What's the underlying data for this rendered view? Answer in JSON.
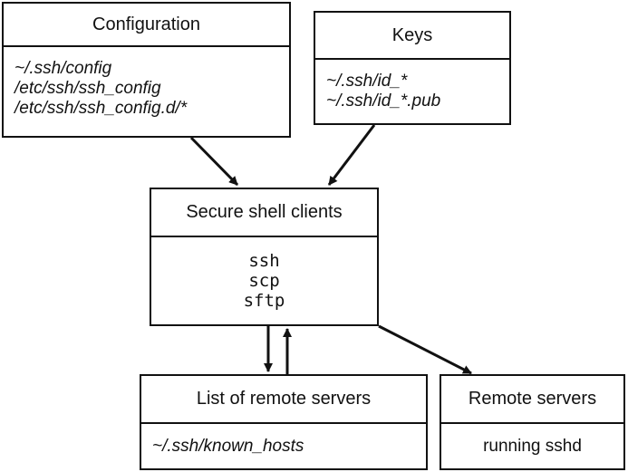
{
  "configuration": {
    "title": "Configuration",
    "paths": [
      "~/.ssh/config",
      "/etc/ssh/ssh_config",
      "/etc/ssh/ssh_config.d/*"
    ]
  },
  "keys": {
    "title": "Keys",
    "paths": [
      "~/.ssh/id_*",
      "~/.ssh/id_*.pub"
    ]
  },
  "clients": {
    "title": "Secure shell clients",
    "commands": [
      "ssh",
      "scp",
      "sftp"
    ]
  },
  "known_hosts": {
    "title": "List of remote servers",
    "path": "~/.ssh/known_hosts"
  },
  "remote": {
    "title": "Remote servers",
    "status": "running sshd"
  }
}
